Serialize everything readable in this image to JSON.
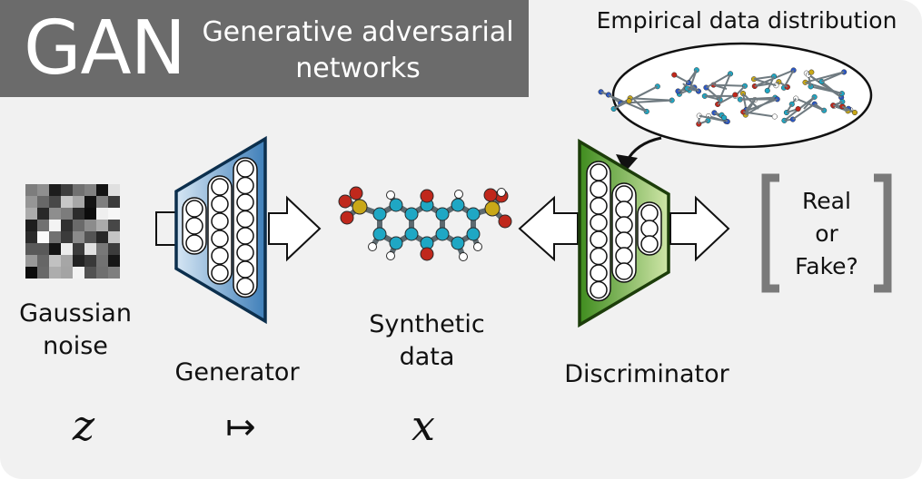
{
  "title": {
    "main": "GAN",
    "subtitle_line1": "Generative adversarial",
    "subtitle_line2": "networks"
  },
  "empirical_label": "Empirical data distribution",
  "noise": {
    "label_line1": "Gaussian",
    "label_line2": "noise",
    "symbol": "z"
  },
  "generator": {
    "label": "Generator",
    "symbol": "↦"
  },
  "synthetic": {
    "label_line1": "Synthetic",
    "label_line2": "data",
    "symbol": "x"
  },
  "discriminator": {
    "label": "Discriminator"
  },
  "output": {
    "line1": "Real",
    "line2": "or",
    "line3": "Fake?"
  },
  "colors": {
    "panel": "#f1f1f1",
    "title_bg": "#6b6b6b",
    "generator_blue": "#4a86bd",
    "discriminator_green": "#5a9f2c",
    "bracket_gray": "#7a7a7a",
    "atom_carbon": "#1fa7c4",
    "atom_oxygen": "#c0281c",
    "atom_sulfur": "#c9a818",
    "atom_hydrogen": "#ffffff"
  },
  "icons": [
    "noise-grid-icon",
    "generator-network-icon",
    "molecule-icon",
    "discriminator-network-icon",
    "arrow-icon",
    "bracket-icon",
    "ellipse-icon"
  ]
}
